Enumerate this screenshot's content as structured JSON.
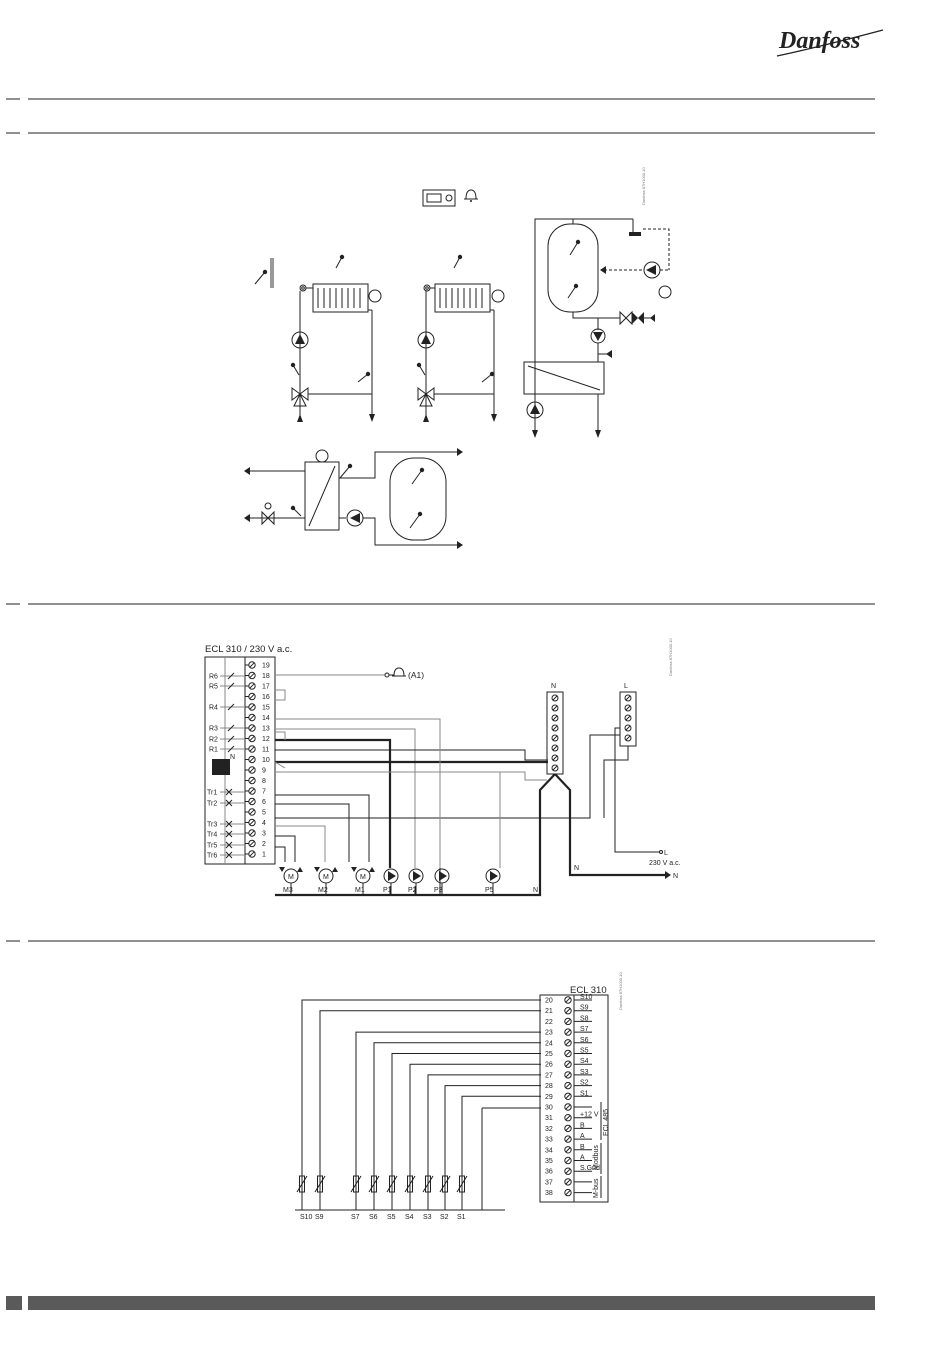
{
  "brand": {
    "logo_text": "Danfoss"
  },
  "system_diagram": {
    "stamp": "Danfoss 87H1000.10"
  },
  "wiring_230v": {
    "title": "ECL 310 / 230 V a.c.",
    "terminals": [
      "19",
      "18",
      "17",
      "16",
      "15",
      "14",
      "13",
      "12",
      "11",
      "10",
      "9",
      "8",
      "7",
      "6",
      "5",
      "4",
      "3",
      "2",
      "1"
    ],
    "relay_labels": [
      "R6",
      "R5",
      "R4",
      "R3",
      "R2",
      "R1"
    ],
    "triac_labels": [
      "Tr1",
      "Tr2",
      "Tr3",
      "Tr4",
      "Tr5",
      "Tr6"
    ],
    "n_mark": "N",
    "alarm_label": "(A1)",
    "actuators": [
      "M3",
      "M2",
      "M1",
      "P1",
      "P2",
      "P3",
      "P5"
    ],
    "actuator_symbol": "M",
    "bus_n": "N",
    "bus_l": "L",
    "supply_l": "L",
    "supply_v": "230 V a.c.",
    "supply_n": "N",
    "stamp": "Danfoss 87H1000.10"
  },
  "wiring_sensors": {
    "title": "ECL 310",
    "terminals": [
      "20",
      "21",
      "22",
      "23",
      "24",
      "25",
      "26",
      "27",
      "28",
      "29",
      "30",
      "31",
      "32",
      "33",
      "34",
      "35",
      "36",
      "37",
      "38"
    ],
    "terminal_labels": [
      "S10",
      "S9",
      "S8",
      "S7",
      "S6",
      "S5",
      "S4",
      "S3",
      "S2",
      "S1",
      "",
      "+12 V",
      "B",
      "A",
      "B",
      "A",
      "S.Gnd",
      "",
      ""
    ],
    "sensors": [
      "S10",
      "S9",
      "S7",
      "S6",
      "S5",
      "S4",
      "S3",
      "S2",
      "S1"
    ],
    "group_ecl485": "ECL 485",
    "group_modbus": "Modbus",
    "group_mbus": "M-bus",
    "stamp": "Danfoss 87H1000.10"
  }
}
